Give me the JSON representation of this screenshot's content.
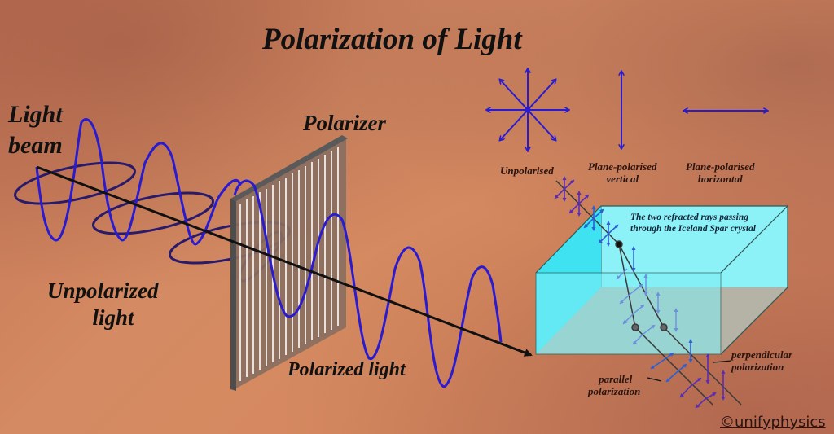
{
  "title": "Polarization of Light",
  "labels": {
    "light_beam_line1": "Light",
    "light_beam_line2": "beam",
    "polarizer": "Polarizer",
    "unpolarized_line1": "Unpolarized",
    "unpolarized_line2": "light",
    "polarized_light": "Polarized light"
  },
  "legend": {
    "unpolarised": "Unpolarised",
    "plane_vertical_line1": "Plane-polarised",
    "plane_vertical_line2": "vertical",
    "plane_horizontal_line1": "Plane-polarised",
    "plane_horizontal_line2": "horizontal"
  },
  "crystal": {
    "caption_line1": "The two refracted rays passing",
    "caption_line2": "through the Iceland Spar crystal",
    "perpendicular_line1": "perpendicular",
    "perpendicular_line2": "polarization",
    "parallel_line1": "parallel",
    "parallel_line2": "polarization"
  },
  "copyright": "©unifyphysics",
  "colors": {
    "wave": "#2a1bd0",
    "ellipse": "#2a1a6a",
    "beam": "#111111",
    "polarizer_face": "#8a6e60",
    "polarizer_edge": "#4a4a4a",
    "crystal_cyan": "#7ff0f7",
    "crystal_side": "#3fe2f0",
    "crystal_floor": "#b5b3a6",
    "arrow_blue": "#2a5fd6",
    "arrow_purple": "#5b2bb8"
  }
}
